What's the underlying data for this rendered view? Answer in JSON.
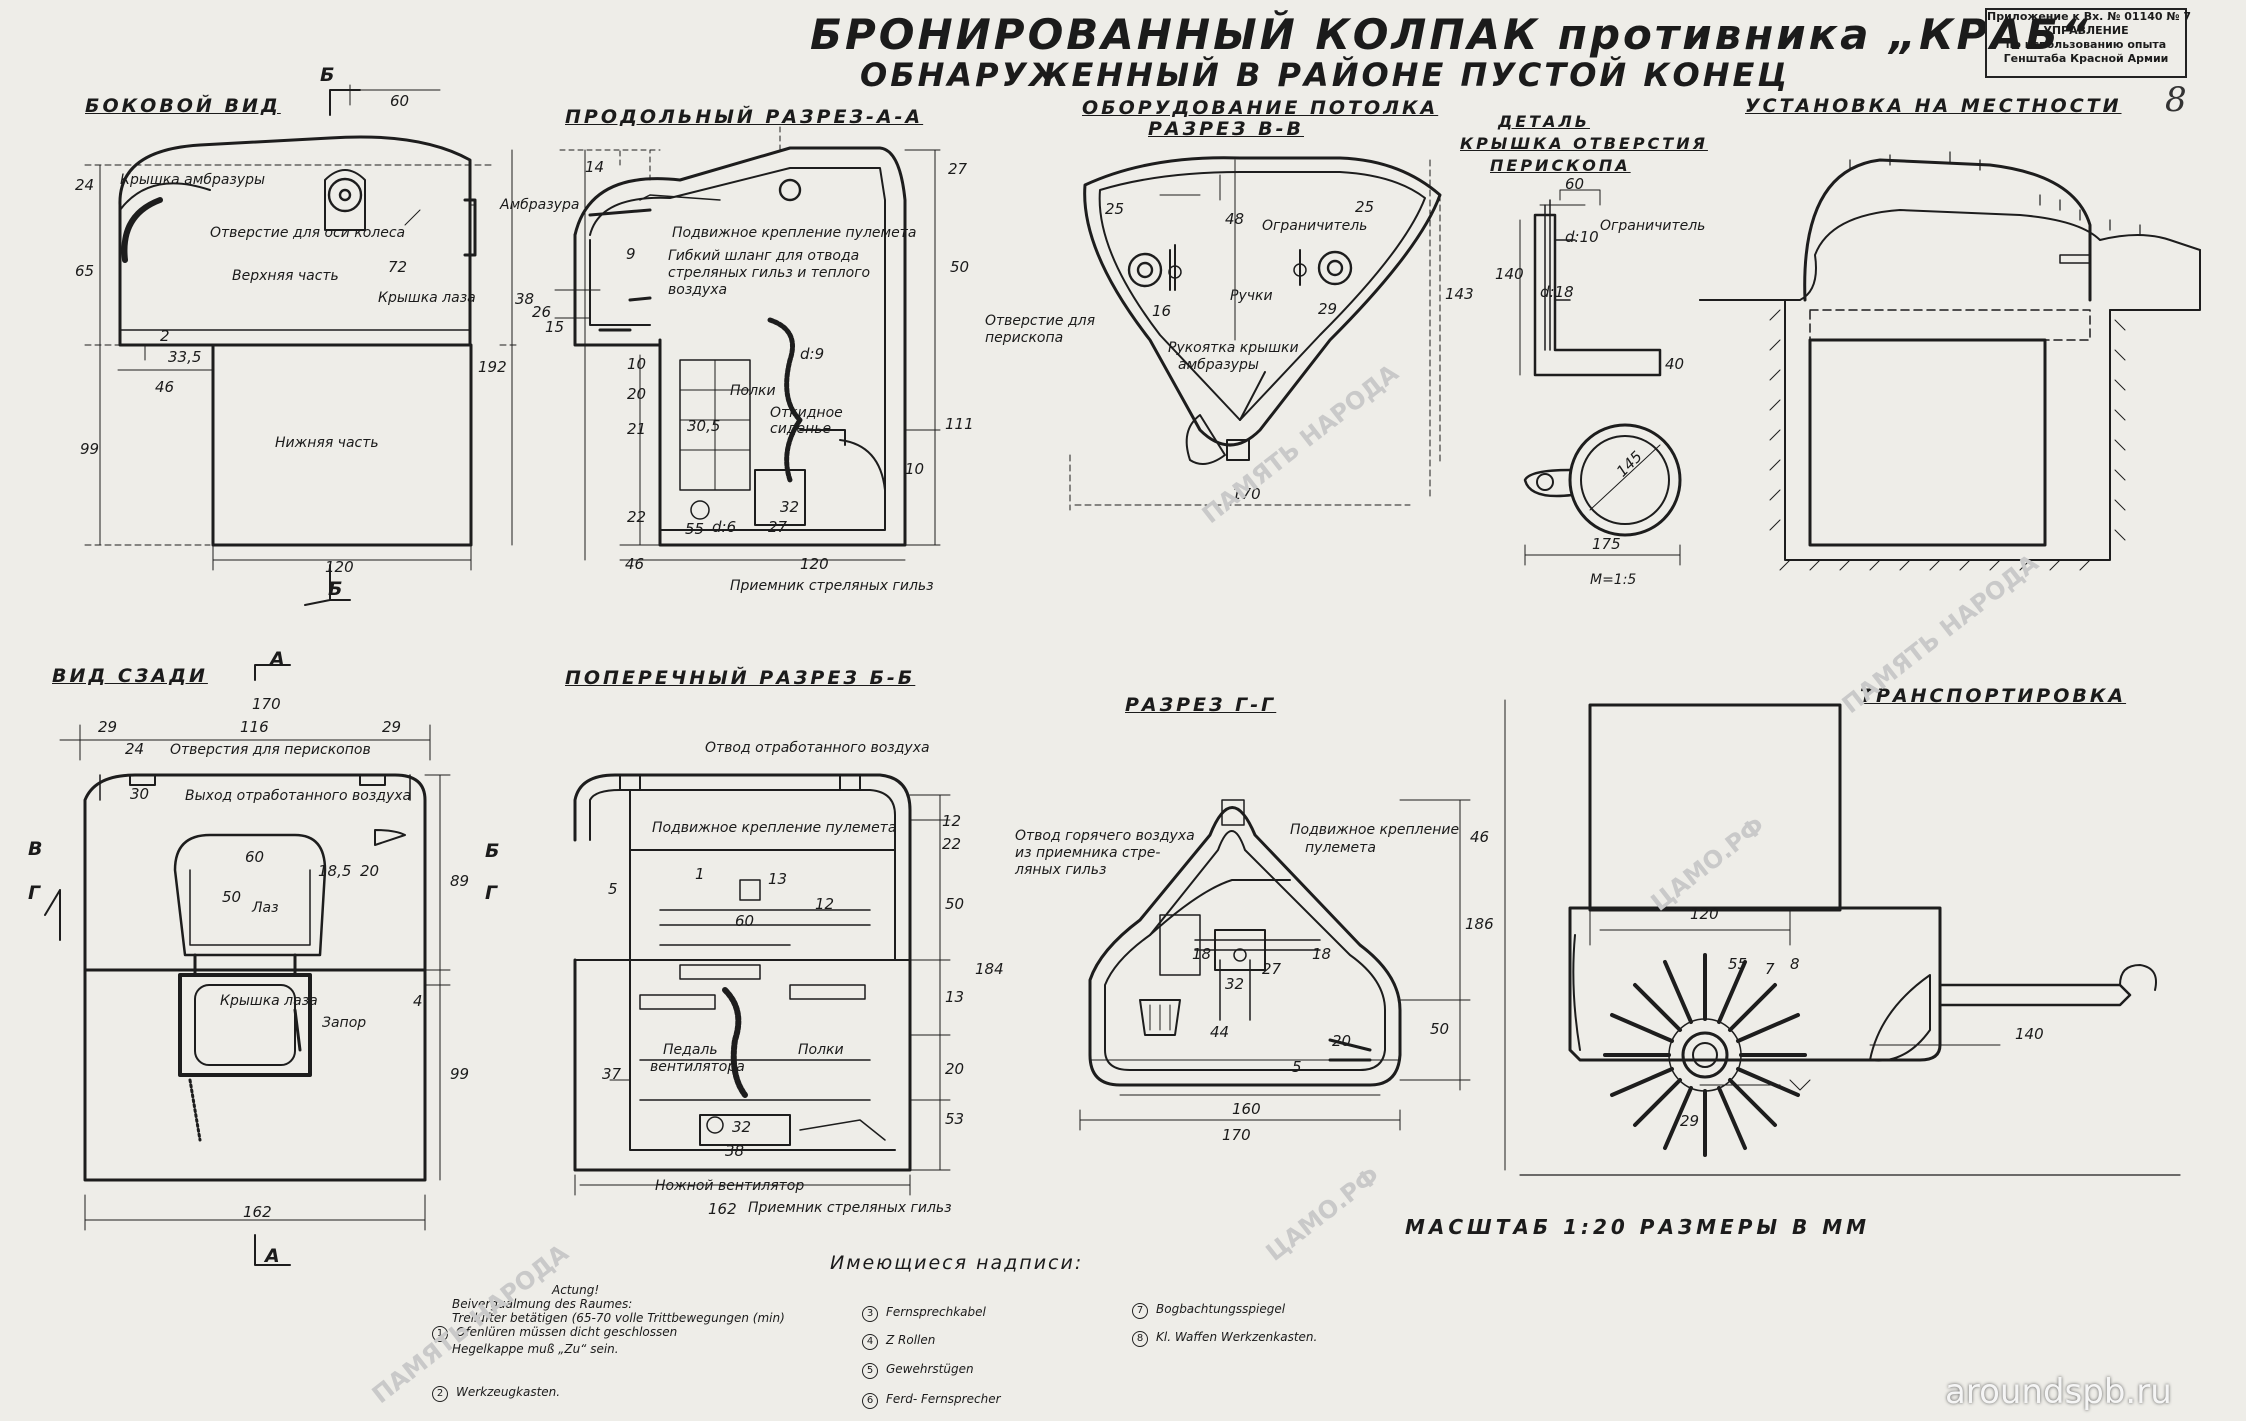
{
  "title": {
    "line1": "БРОНИРОВАННЫЙ КОЛПАК противника „КРАБ“",
    "line2": "ОБНАРУЖЕННЫЙ В РАЙОНЕ ПУСТОЙ КОНЕЦ"
  },
  "stamp": {
    "line1": "Приложение к Вх. № 01140 № 7",
    "line2": "УПРАВЛЕНИЕ",
    "line3": "по использованию опыта",
    "line4": "Генштаба Красной Армии"
  },
  "page_number": "8",
  "views": {
    "side": "БОКОВОЙ ВИД",
    "section_aa": "ПРОДОЛЬНЫЙ РАЗРЕЗ-А-А",
    "ceiling_1": "ОБОРУДОВАНИЕ ПОТОЛКА",
    "ceiling_2": "РАЗРЕЗ В-В",
    "detail_1": "ДЕТАЛЬ",
    "detail_2": "КРЫШКА ОТВЕРСТИЯ",
    "detail_3": "ПЕРИСКОПА",
    "install": "УСТАНОВКА НА МЕСТНОСТИ",
    "rear": "ВИД СЗАДИ",
    "section_bb": "ПОПЕРЕЧНЫЙ РАЗРЕЗ Б-Б",
    "section_gg": "РАЗРЕЗ Г-Г",
    "transport": "ТРАНСПОРТИРОВКА"
  },
  "labels": {
    "ambrasure_cover": "Крышка амбразуры",
    "wheel_axle_hole": "Отверстие для оси колеса",
    "upper_part": "Верхняя часть",
    "hatch_cover": "Крышка лаза",
    "lower_part": "Нижняя часть",
    "ambrasure": "Амбразура",
    "mg_mount": "Подвижное крепление пулемета",
    "hose_1": "Гибкий шланг для отвода",
    "hose_2": "стреляных гильз и теплого",
    "hose_3": "воздуха",
    "shelves": "Полки",
    "folding_seat_1": "Откидное",
    "folding_seat_2": "сиденье",
    "receiver_casings": "Приемник стреляных гильз",
    "periscope_hole_1": "Отверстие для",
    "periscope_hole_2": "перископа",
    "limiter": "Ограничитель",
    "handles": "Ручки",
    "amb_handle_1": "Рукоятка крышки",
    "amb_handle_2": "амбразуры",
    "periscope_holes": "Отверстия для перископов",
    "air_exhaust": "Выход отработанного воздуха",
    "hatch": "Лаз",
    "bolt": "Запор",
    "air_exhaust_bb": "Отвод отработанного воздуха",
    "mg_mount_bb": "Подвижное крепление пулемета",
    "vent_pedal_1": "Педаль",
    "vent_pedal_2": "вентилятора",
    "foot_fan": "Ножной вентилятор",
    "hot_air_1": "Отвод горячего воздуха",
    "hot_air_2": "из приемника стре-",
    "hot_air_3": "ляных гильз",
    "mg_mount_gg_1": "Подвижное крепление",
    "mg_mount_gg_2": "пулемета",
    "scale": "МАСШТАБ 1:20 РАЗМЕРЫ В ММ",
    "m_scale": "М=1:5",
    "achtung": "Actung!",
    "cut_a": "А",
    "cut_b": "Б",
    "cut_v": "В",
    "cut_g": "Г"
  },
  "inscriptions": {
    "heading": "Имеющиеся надписи:",
    "i1_lines": [
      "Actung!",
      "Beivergualmung des Raumes:",
      "Treilüfter betätigen (65-70 volle Trittbewegungen (min)",
      "Ofenlüren müssen dicht geschlossen",
      "Hegelkappe muß „Zu“ sein."
    ],
    "i1": "1",
    "i2": "2",
    "i2_text": "Werkzeugkasten.",
    "i3": "3",
    "i3_text": "Fernsprechkabel",
    "i4": "4",
    "i4_text": "Z Rollen",
    "i5": "5",
    "i5_text": "Gewehrstügen",
    "i6": "6",
    "i6_text": "Ferd- Fernsprecher",
    "i7": "7",
    "i7_text": "Bogbachtungsspiegel",
    "i8": "8",
    "i8_text": "Kl. Waffen Werkzenkasten."
  },
  "dims": {
    "d60": "60",
    "d24": "24",
    "d65": "65",
    "d72": "72",
    "d192": "192",
    "d2": "2",
    "d335": "33,5",
    "d46": "46",
    "d99": "99",
    "d120": "120",
    "d14": "14",
    "d27": "27",
    "d9": "9",
    "d50": "50",
    "d38": "38",
    "d26": "26",
    "d15": "15",
    "d10": "10",
    "d20": "20",
    "d21": "21",
    "d305": "30,5",
    "d111": "111",
    "d22": "22",
    "d55": "55",
    "d6": "d:6",
    "d32": "32",
    "d_9": "d:9",
    "d25": "25",
    "d48": "48",
    "d16": "16",
    "d29": "29",
    "d143": "143",
    "d170": "170",
    "d140": "140",
    "d10b": "d:10",
    "d18": "d:18",
    "d40": "40",
    "d116": "116",
    "d175": "175",
    "d145": "145",
    "d30": "30",
    "d185": "18,5",
    "d89": "89",
    "d4": "4",
    "d162": "162",
    "d12": "12",
    "d5": "5",
    "d1": "1",
    "d184": "184",
    "d13": "13",
    "d37": "37",
    "d53": "53",
    "d186": "186",
    "d160": "160",
    "d44": "44",
    "d18b": "18",
    "d46b": "46",
    "d7": "7",
    "d8": "8",
    "d140b": "140",
    "d120b": "120"
  },
  "watermark": "ПАМЯТЬ НАРОДА",
  "watermark2": "ЦАМО.РФ",
  "site": "aroundspb.ru"
}
